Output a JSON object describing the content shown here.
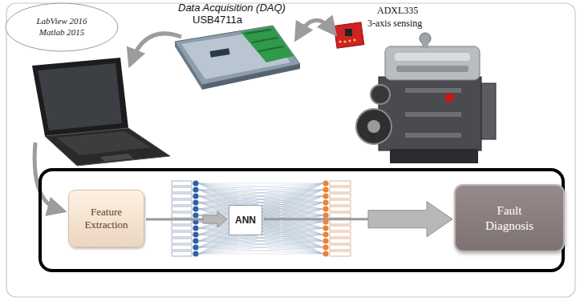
{
  "diagram": {
    "nodes": [
      {
        "text": [
          "LabView 2016 Matlab 2015"
        ]
      },
      {
        "text": [
          "Feature Extraction"
        ]
      },
      {
        "text": [
          "ANN"
        ]
      },
      {
        "text": [
          "Fault Diagnosis"
        ]
      }
    ],
    "edges": [
      {
        "from": 1,
        "to": 2,
        "arrow": "to"
      },
      {
        "from": 2,
        "to": 3,
        "arrow": "to"
      }
    ],
    "labels": [
      "Data Acquisition (DAQ)",
      "USB4711a",
      "ADXL335",
      "3-axis sensing"
    ]
  }
}
